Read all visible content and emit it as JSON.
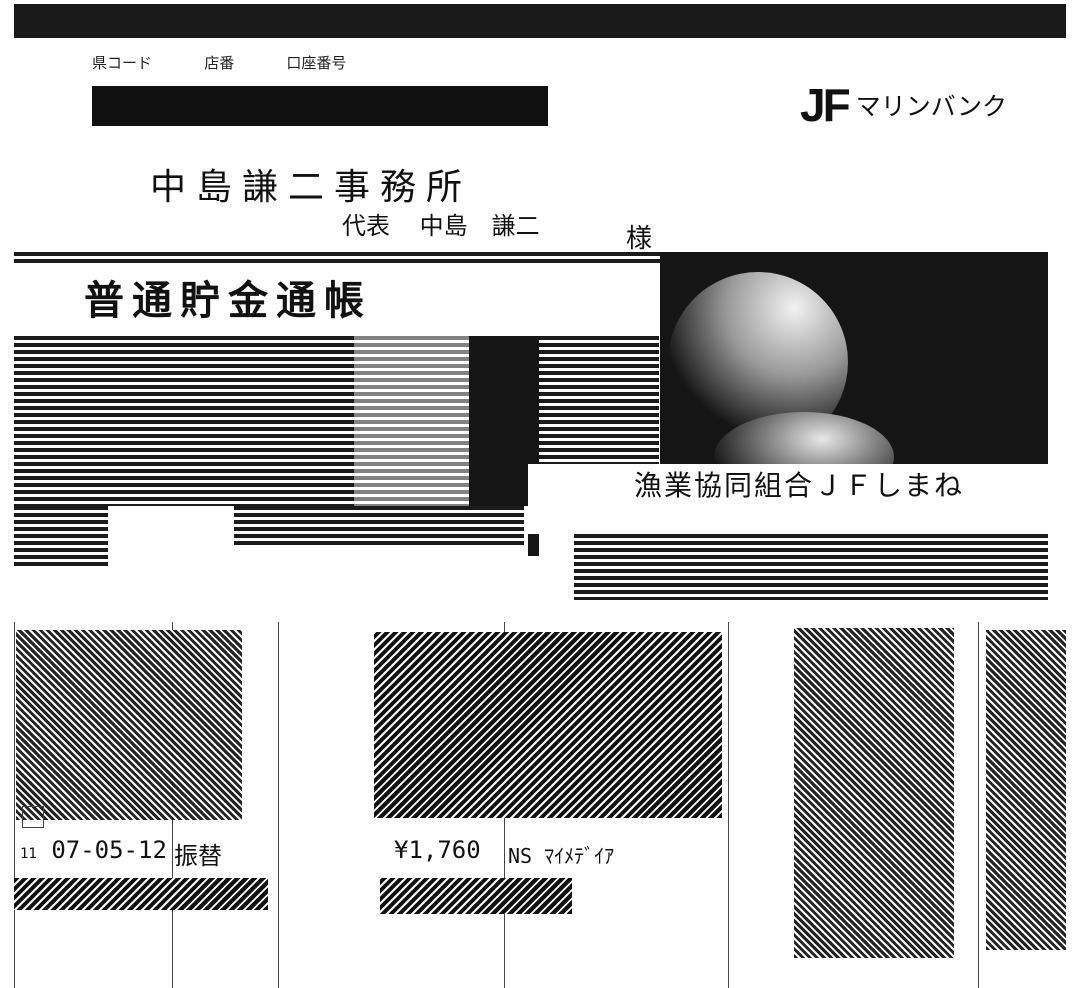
{
  "header": {
    "labels": [
      "県コード",
      "店番",
      "口座番号"
    ],
    "bank_logo_mark": "JF",
    "bank_name": "マリンバンク"
  },
  "holder": {
    "name": "中島謙二事務所",
    "rep_title": "代表",
    "rep_name": "中島　謙二",
    "honorific": "様"
  },
  "cover": {
    "title": "普通貯金通帳",
    "cooperative": "漁業協同組合ＪＦしまね"
  },
  "entry": {
    "line_no": "11",
    "date": "07-05-12",
    "type": "振替",
    "amount": "¥1,760",
    "description": "NS ﾏｲﾒﾃﾞｲｱ"
  },
  "colors": {
    "ink": "#111111",
    "paper": "#ffffff"
  }
}
